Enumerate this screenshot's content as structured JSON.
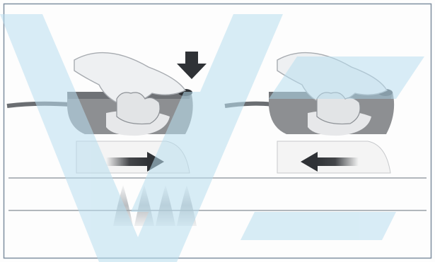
{
  "illustration": {
    "panels": [
      {
        "id": "left",
        "action": "press-button",
        "motion": "slide-right"
      },
      {
        "id": "right",
        "action": "release-button",
        "motion": "slide-left"
      }
    ],
    "colors": {
      "border": "#7f8fa0",
      "watermark": "#b9dff0",
      "iron_body": "#8d8f92",
      "iron_dark": "#5c5f63",
      "sole": "#f4f4f4",
      "arrow": "#2f3236",
      "steam": "#b8bcc0",
      "table_line": "#9aa0a6"
    },
    "icons": [
      "iron-icon",
      "hand-icon",
      "press-arrow-icon",
      "direction-arrow-icon",
      "steam-icon"
    ]
  }
}
